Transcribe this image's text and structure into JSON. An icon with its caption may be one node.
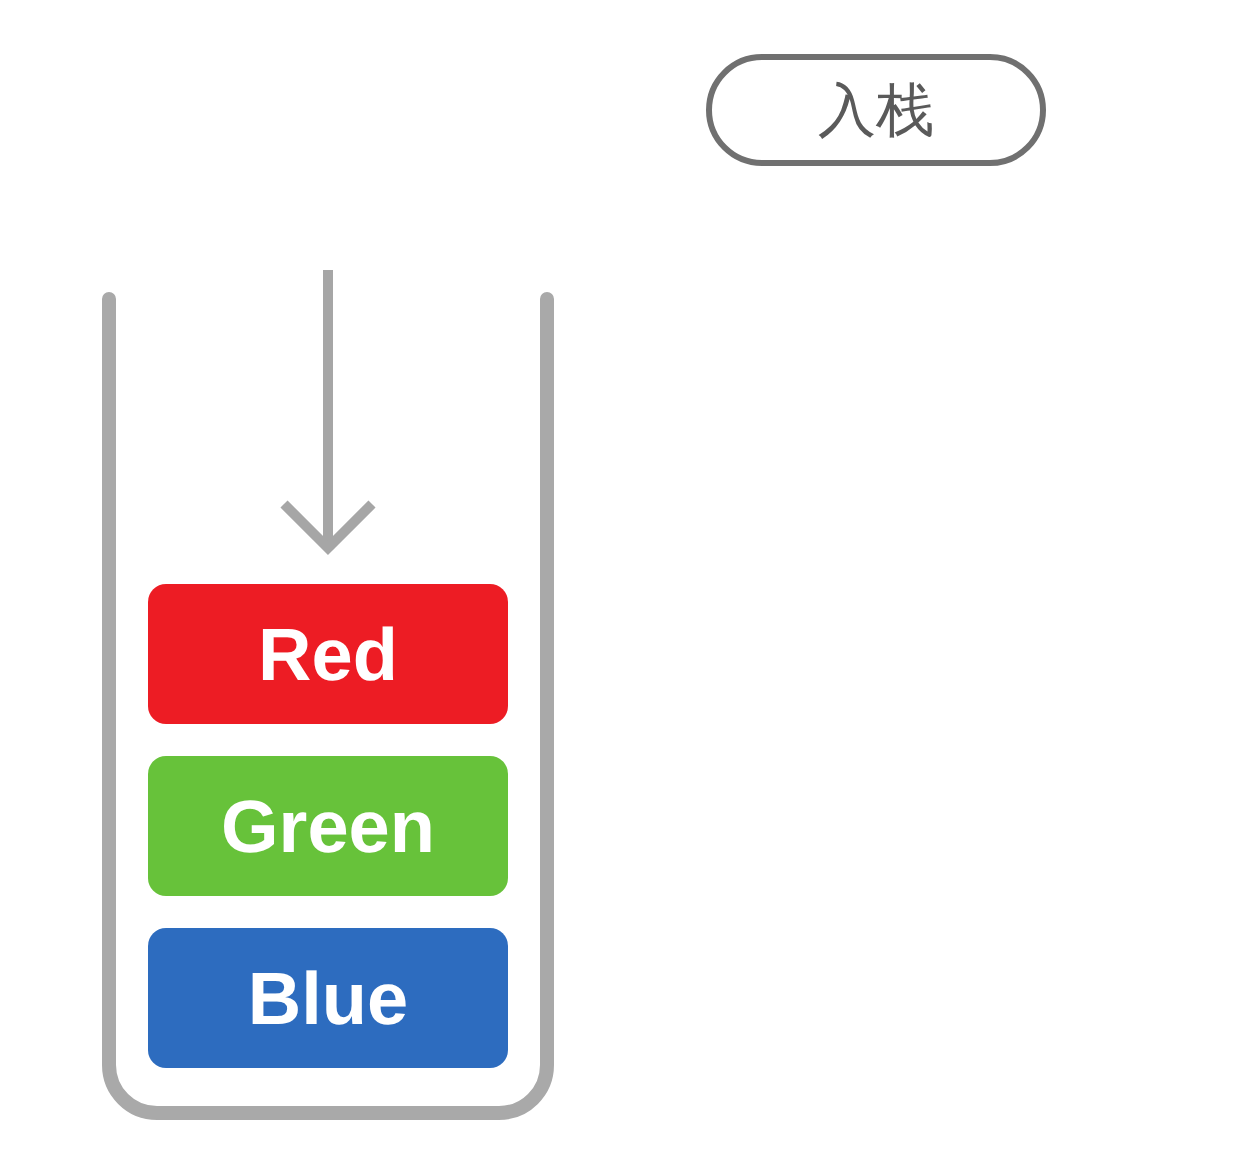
{
  "diagram": {
    "nodes": [
      {
        "text": [
          "入栈"
        ]
      },
      {
        "text": [],
        "shape": "box"
      },
      {
        "text": [
          "Red"
        ],
        "in": 1
      },
      {
        "text": [
          "Green"
        ],
        "in": 1
      },
      {
        "text": [
          "Blue"
        ],
        "in": 1
      }
    ],
    "edges": [
      {
        "from": null,
        "to": 2,
        "arrow": "to"
      }
    ]
  }
}
